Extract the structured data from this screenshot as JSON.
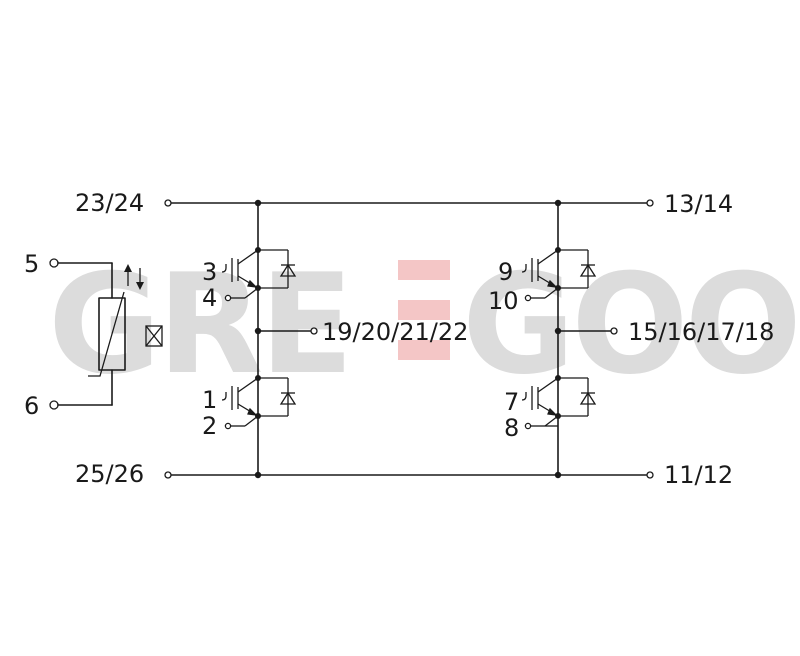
{
  "watermark": {
    "left": "GRE",
    "right": "GOO"
  },
  "labels": {
    "bus_top_left": "23/24",
    "bus_top_right": "13/14",
    "bus_bottom_left": "25/26",
    "bus_bottom_right": "11/12",
    "mid_left": "19/20/21/22",
    "mid_right": "15/16/17/18",
    "ntc_pin_top": "5",
    "ntc_pin_bottom": "6",
    "q1_gate": "3",
    "q1_emitter": "4",
    "q2_gate": "1",
    "q2_emitter": "2",
    "q3_gate": "9",
    "q3_emitter": "10",
    "q4_gate": "7",
    "q4_emitter": "8"
  },
  "colors": {
    "line": "#1a1a1a",
    "watermark_gray": "#dcdcdc",
    "watermark_accent": "#f4c6c6"
  }
}
